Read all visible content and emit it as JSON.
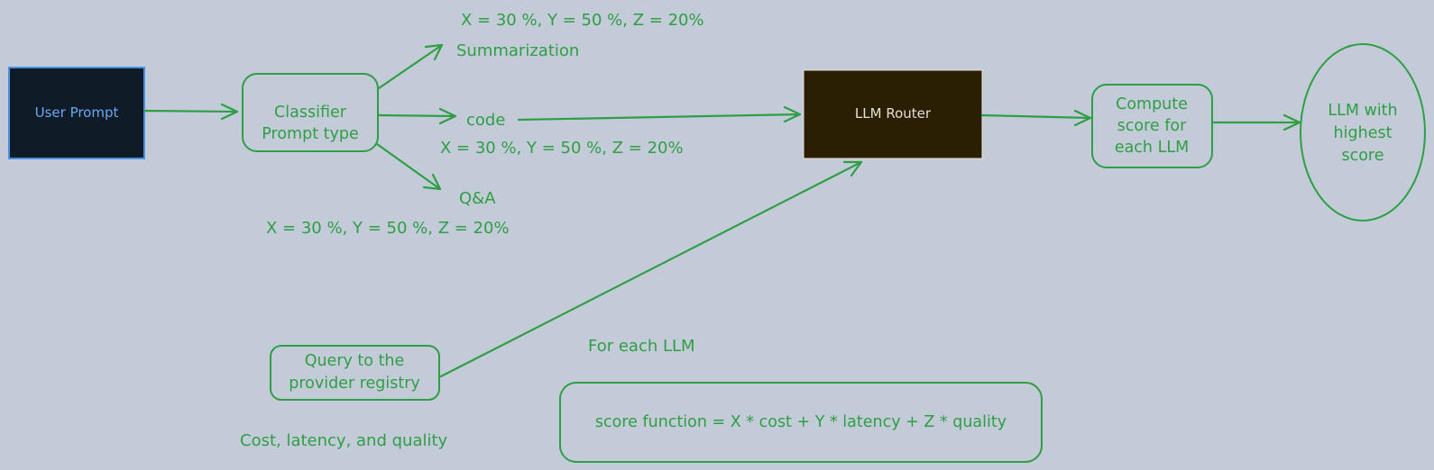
{
  "colors": {
    "background": "#c3cbd9",
    "accent_green": "#2f9e44",
    "user_prompt_fill": "#101b28",
    "user_prompt_border": "#4a90e2",
    "user_prompt_text": "#6aa8f0",
    "router_fill": "#2b1f03",
    "router_text": "#e5e0d6"
  },
  "nodes": {
    "user_prompt": "User Prompt",
    "classifier": [
      "Classifier",
      "Prompt type"
    ],
    "llm_router": "LLM Router",
    "compute_score": [
      "Compute",
      "score for",
      "each LLM"
    ],
    "llm_highest": [
      "LLM with",
      "highest",
      "score"
    ],
    "query_registry": [
      "Query to the",
      "provider registry"
    ],
    "score_function": "score function = X * cost + Y * latency + Z * quality"
  },
  "labels": {
    "weights_summarization": "X = 30 %, Y = 50 %, Z = 20%",
    "summarization": "Summarization",
    "code": "code",
    "weights_code": "X = 30 %, Y = 50 %, Z = 20%",
    "qa": "Q&A",
    "weights_qa": "X = 30 %, Y = 50 %, Z = 20%",
    "for_each_llm": "For each LLM",
    "cost_latency_quality": "Cost, latency, and quality"
  }
}
